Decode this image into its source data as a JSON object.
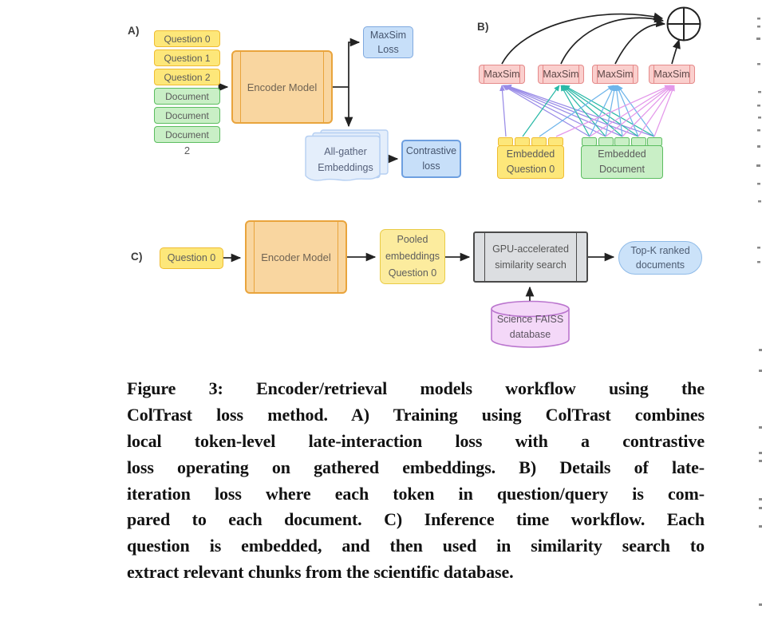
{
  "figure": {
    "panel_a": {
      "label": "A)",
      "stack": [
        "Question 0",
        "Question 1",
        "Question 2",
        "Document",
        "Document",
        "Document"
      ],
      "stack_index": "2",
      "encoder": "Encoder Model",
      "maxsim_loss": "MaxSim\nLoss",
      "all_gather": "All-gather\nEmbeddings",
      "contrastive_loss": "Contrastive\nloss"
    },
    "panel_b": {
      "label": "B)",
      "maxsim": [
        "MaxSim",
        "MaxSim",
        "MaxSim",
        "MaxSim"
      ],
      "embedded_question": "Embedded\nQuestion 0",
      "embedded_document": "Embedded\nDocument",
      "aggregator_icon": "circled-plus"
    },
    "panel_c": {
      "label": "C)",
      "question": "Question 0",
      "encoder": "Encoder Model",
      "pooled": "Pooled\nembeddings\nQuestion 0",
      "gpu_search": "GPU-accelerated\nsimilarity search",
      "topk": "Top-K ranked\ndocuments",
      "database": "Science FAISS\ndatabase"
    },
    "colors": {
      "question_fill": "#FDE77A",
      "question_border": "#EFBC31",
      "document_fill": "#C9EFC6",
      "document_border": "#5CBD60",
      "encoder_fill": "#F9D6A0",
      "encoder_border": "#E9A43C",
      "loss_fill": "#C7DFF9",
      "loss_border": "#6D9FE0",
      "maxsim_fill": "#FACFCD",
      "maxsim_border": "#E58A8A",
      "gpu_fill": "#DCDEE1",
      "gpu_border": "#4A4A4A",
      "topk_fill": "#CBE2F9",
      "topk_border": "#8FBBE8",
      "database_fill": "#F4D8F8",
      "database_border": "#BA75CE",
      "line_purple": "#8E7FE5",
      "line_teal": "#14B29E",
      "line_blue": "#5FADE8",
      "line_orchid": "#E18DE8"
    }
  },
  "caption": {
    "lines": [
      "Figure 3: Encoder/retrieval models workflow using the",
      "ColTrast loss method. A) Training using ColTrast combines",
      "local token-level late-interaction loss with a contrastive",
      "loss operating on gathered embeddings. B) Details of late-",
      "iteration loss where each token in question/query is com-",
      "pared to each document. C) Inference time workflow. Each",
      "question is embedded, and then used in similarity search to",
      "extract relevant chunks from the scientific database."
    ]
  }
}
